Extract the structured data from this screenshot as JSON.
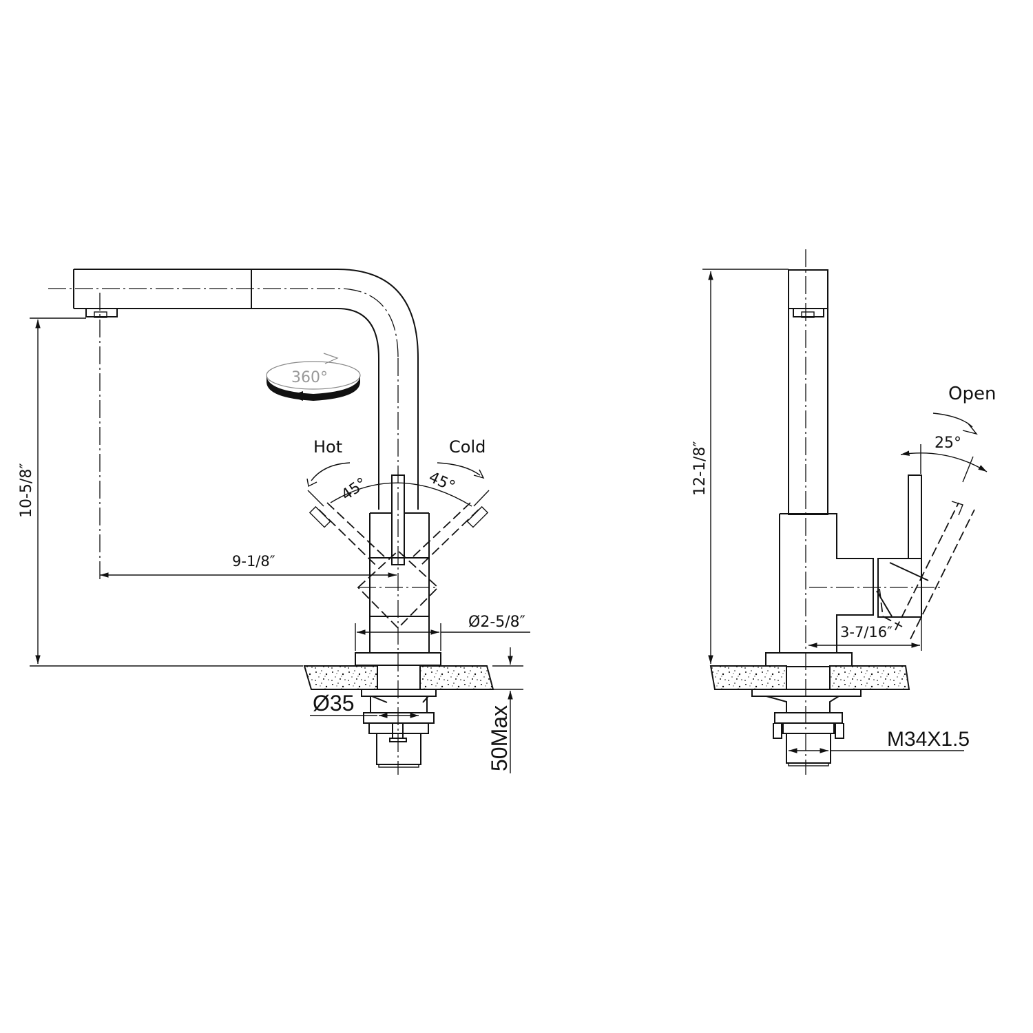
{
  "figure": {
    "type": "technical-dimension-drawing",
    "subject": "single-lever pull-out kitchen faucet",
    "views": [
      "front-view",
      "side-view"
    ]
  },
  "front_view": {
    "rotation_badge": "360°",
    "hot_label": "Hot",
    "cold_label": "Cold",
    "hot_angle": "45°",
    "cold_angle": "45°",
    "spout_reach": "9-1/8″",
    "spout_height": "10-5/8″",
    "base_diameter": "Ø2-5/8″",
    "hole_diameter": "Ø35",
    "max_deck_thickness": "50Max"
  },
  "side_view": {
    "open_label": "Open",
    "open_angle": "25°",
    "total_height": "12-1/8″",
    "handle_offset": "3-7/16″",
    "thread_spec": "M34X1.5"
  },
  "colors": {
    "line": "#111111",
    "background": "#ffffff"
  }
}
